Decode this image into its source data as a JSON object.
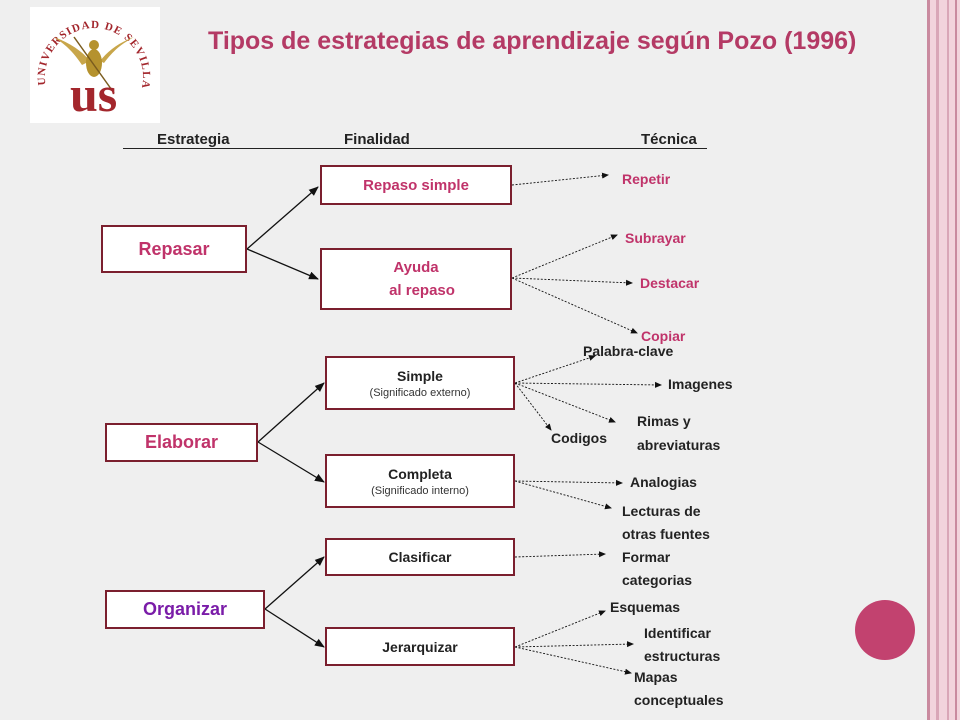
{
  "title": "Tipos de estrategias de aprendizaje según Pozo (1996)",
  "logo": {
    "name": "Universidad de Sevilla",
    "ring_text": "UNIVERSIDAD DE SEVILLA",
    "monogram": "us"
  },
  "headers": {
    "strategy": "Estrategia",
    "purpose": "Finalidad",
    "technique": "Técnica"
  },
  "strategies": {
    "repasar": "Repasar",
    "elaborar": "Elaborar",
    "organizar": "Organizar"
  },
  "purposes": {
    "repaso_simple": {
      "label": "Repaso simple"
    },
    "ayuda_repaso": {
      "line1": "Ayuda",
      "line2": "al repaso"
    },
    "simple": {
      "label": "Simple",
      "note": "(Significado externo)"
    },
    "completa": {
      "label": "Completa",
      "note": "(Significado interno)"
    },
    "clasificar": {
      "label": "Clasificar"
    },
    "jerarquizar": {
      "label": "Jerarquizar"
    }
  },
  "techniques": {
    "repetir": "Repetir",
    "subrayar": "Subrayar",
    "destacar": "Destacar",
    "copiar": "Copiar",
    "palabra_clave": "Palabra-clave",
    "imagenes": "Imagenes",
    "rimas": [
      "Rimas y",
      "abreviaturas"
    ],
    "codigos": "Codigos",
    "analogias": "Analogias",
    "lecturas": [
      "Lecturas de",
      "otras fuentes"
    ],
    "formar": [
      "Formar",
      "categorias"
    ],
    "esquemas": "Esquemas",
    "identificar": [
      "Identificar",
      "estructuras"
    ],
    "mapas": [
      "Mapas",
      "conceptuales"
    ]
  },
  "colors": {
    "accent": "#b43a65",
    "pink_text": "#c0336a",
    "purple_text": "#7a1ca8",
    "box_border": "#7b1f2e",
    "background": "#efefef",
    "circle": "#c2426f"
  }
}
